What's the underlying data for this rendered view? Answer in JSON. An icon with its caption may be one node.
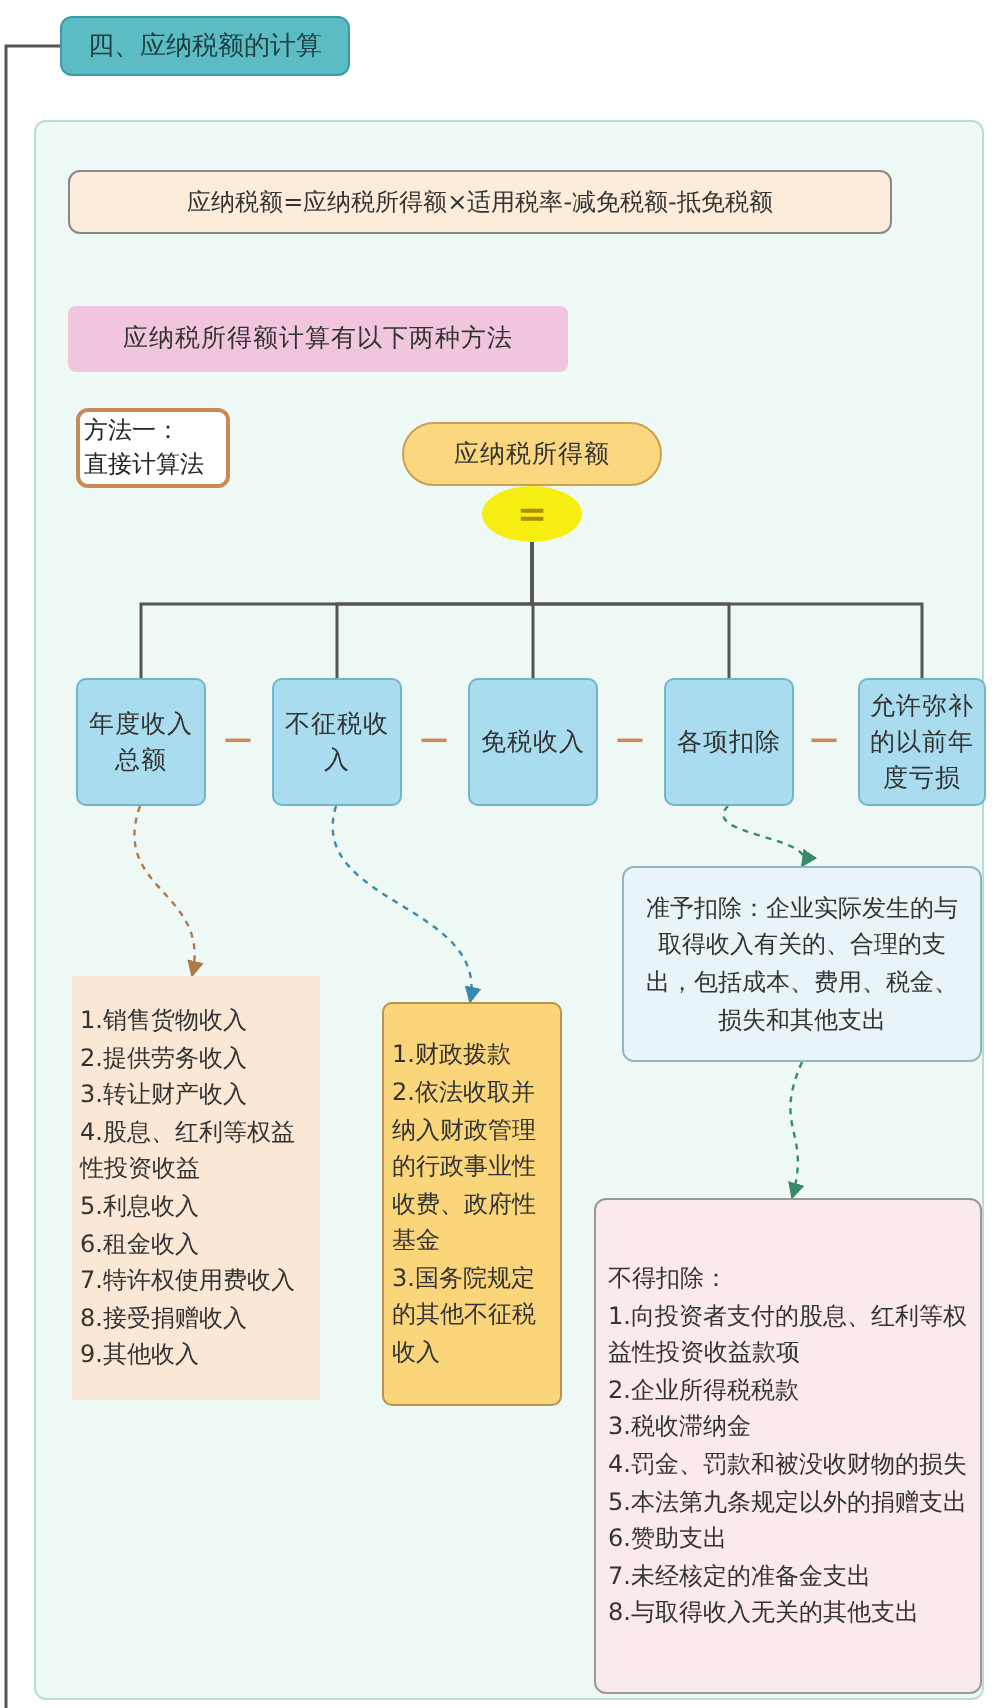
{
  "diagram": {
    "nodes": [
      {
        "text": [
          "四、应纳税额的计算"
        ]
      },
      {
        "text": [],
        "shape": "box"
      },
      {
        "text": [
          "应纳税额=应纳税所得额×适用税率-减免税额-抵免税额"
        ],
        "in": 1
      },
      {
        "text": [
          "应纳税所得额计算有以下两种方法"
        ],
        "in": 1
      },
      {
        "text": [
          "方法一：直接计算法"
        ],
        "in": 1
      },
      {
        "text": [
          "应纳税所得额"
        ],
        "in": 1
      },
      {
        "text": [
          "="
        ],
        "in": 1
      },
      {
        "text": [
          "年度收入总额"
        ],
        "in": 1
      },
      {
        "text": [
          "不征税收入"
        ],
        "in": 1
      },
      {
        "text": [
          "免税收入"
        ],
        "in": 1
      },
      {
        "text": [
          "各项扣除"
        ],
        "in": 1
      },
      {
        "text": [
          "允许弥补的以前年度亏损"
        ],
        "in": 1
      },
      {
        "text": [
          "1.销售货物收入",
          "2.提供劳务收入",
          "3.转让财产收入",
          "4.股息、红利等权益性投资收益",
          "5.利息收入",
          "6.租金收入",
          "7.特许权使用费收入",
          "8.接受捐赠收入",
          "9.其他收入"
        ],
        "in": 1
      },
      {
        "text": [
          "1.财政拨款",
          "2.依法收取并纳入财政管理的行政事业性收费、政府性基金",
          "3.国务院规定的其他不征税收入"
        ],
        "in": 1
      },
      {
        "text": [
          "准予扣除：企业实际发生的与取得收入有关的、合理的支出，包括成本、费用、税金、损失和其他支出"
        ],
        "in": 1
      },
      {
        "text": [
          "不得扣除：",
          "1.向投资者支付的股息、红利等权益性投资收益款项",
          "2.企业所得税税款",
          "3.税收滞纳金",
          "4.罚金、罚款和被没收财物的损失",
          "5.本法第九条规定以外的捐赠支出",
          "6.赞助支出",
          "7.未经核定的准备金支出",
          "8.与取得收入无关的其他支出"
        ],
        "in": 1
      }
    ],
    "edges": [
      {
        "from": null,
        "to": 0,
        "arrow": "none"
      },
      {
        "from": 6,
        "to": 7,
        "arrow": "none"
      },
      {
        "from": 6,
        "to": 8,
        "arrow": "none"
      },
      {
        "from": 6,
        "to": 9,
        "arrow": "none"
      },
      {
        "from": 6,
        "to": 10,
        "arrow": "none"
      },
      {
        "from": 6,
        "to": 11,
        "arrow": "none"
      },
      {
        "from": 7,
        "to": 12,
        "arrow": "to",
        "style": "dashed",
        "color": "#b07a48"
      },
      {
        "from": 8,
        "to": 13,
        "arrow": "to",
        "style": "dashed",
        "color": "#3a88b0"
      },
      {
        "from": 10,
        "to": 14,
        "arrow": "to",
        "style": "dashed",
        "color": "#3a8a6a"
      },
      {
        "from": 14,
        "to": 15,
        "arrow": "to",
        "style": "dashed",
        "color": "#3a8a6a"
      }
    ],
    "labels": [
      "—",
      "—",
      "—",
      "—"
    ]
  }
}
